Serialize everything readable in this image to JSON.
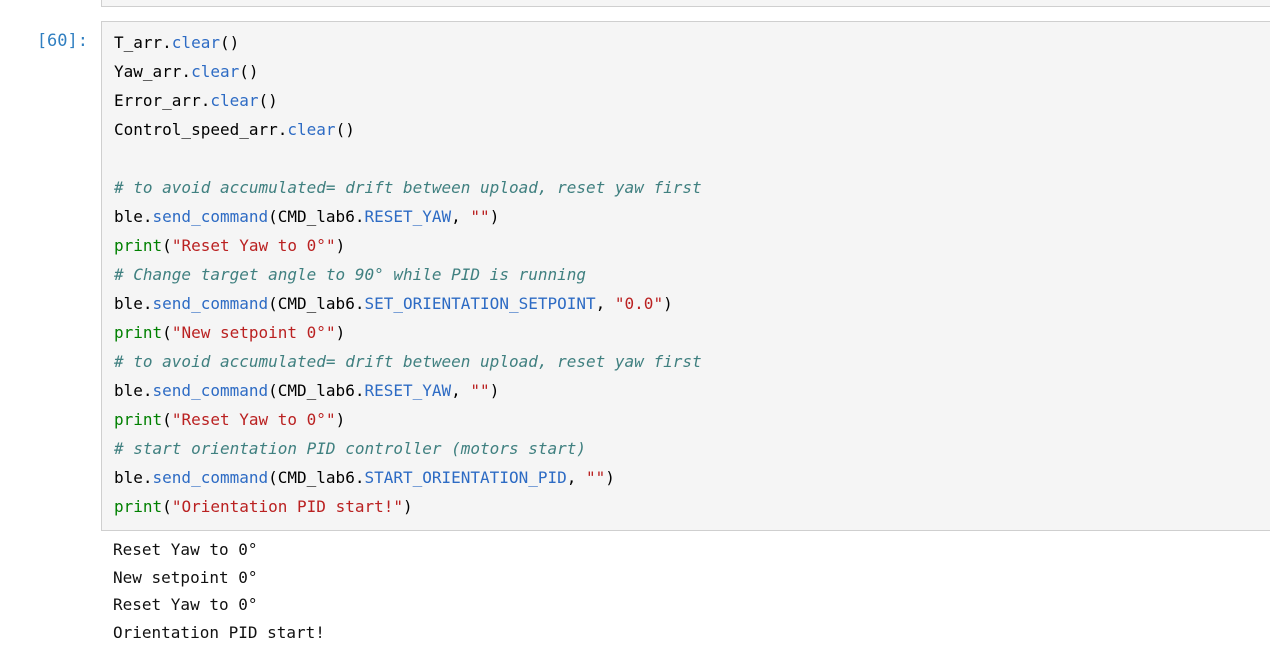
{
  "colors": {
    "cell_bg": "#f5f5f5",
    "border": "#cfcfcf",
    "prompt": "#307fc1",
    "plain": "#000000",
    "property": "#2d6bc4",
    "string": "#ba2121",
    "builtin": "#008000",
    "comment": "#408080",
    "out": "#111111",
    "page_bg": "#ffffff"
  },
  "cell": {
    "prompt": "[60]:",
    "execution_count": 60,
    "language": "python",
    "code_lines": [
      [
        {
          "t": "T_arr.",
          "c": "plain"
        },
        {
          "t": "clear",
          "c": "property"
        },
        {
          "t": "()",
          "c": "plain"
        }
      ],
      [
        {
          "t": "Yaw_arr.",
          "c": "plain"
        },
        {
          "t": "clear",
          "c": "property"
        },
        {
          "t": "()",
          "c": "plain"
        }
      ],
      [
        {
          "t": "Error_arr.",
          "c": "plain"
        },
        {
          "t": "clear",
          "c": "property"
        },
        {
          "t": "()",
          "c": "plain"
        }
      ],
      [
        {
          "t": "Control_speed_arr.",
          "c": "plain"
        },
        {
          "t": "clear",
          "c": "property"
        },
        {
          "t": "()",
          "c": "plain"
        }
      ],
      [],
      [
        {
          "t": "# to avoid accumulated= drift between upload, reset yaw first",
          "c": "comment"
        }
      ],
      [
        {
          "t": "ble.",
          "c": "plain"
        },
        {
          "t": "send_command",
          "c": "property"
        },
        {
          "t": "(CMD_lab6.",
          "c": "plain"
        },
        {
          "t": "RESET_YAW",
          "c": "property"
        },
        {
          "t": ", ",
          "c": "plain"
        },
        {
          "t": "\"\"",
          "c": "string"
        },
        {
          "t": ")",
          "c": "plain"
        }
      ],
      [
        {
          "t": "print",
          "c": "builtin"
        },
        {
          "t": "(",
          "c": "plain"
        },
        {
          "t": "\"Reset Yaw to 0°\"",
          "c": "string"
        },
        {
          "t": ")",
          "c": "plain"
        }
      ],
      [
        {
          "t": "# Change target angle to 90° while PID is running",
          "c": "comment"
        }
      ],
      [
        {
          "t": "ble.",
          "c": "plain"
        },
        {
          "t": "send_command",
          "c": "property"
        },
        {
          "t": "(CMD_lab6.",
          "c": "plain"
        },
        {
          "t": "SET_ORIENTATION_SETPOINT",
          "c": "property"
        },
        {
          "t": ", ",
          "c": "plain"
        },
        {
          "t": "\"0.0\"",
          "c": "string"
        },
        {
          "t": ")",
          "c": "plain"
        }
      ],
      [
        {
          "t": "print",
          "c": "builtin"
        },
        {
          "t": "(",
          "c": "plain"
        },
        {
          "t": "\"New setpoint 0°\"",
          "c": "string"
        },
        {
          "t": ")",
          "c": "plain"
        }
      ],
      [
        {
          "t": "# to avoid accumulated= drift between upload, reset yaw first",
          "c": "comment"
        }
      ],
      [
        {
          "t": "ble.",
          "c": "plain"
        },
        {
          "t": "send_command",
          "c": "property"
        },
        {
          "t": "(CMD_lab6.",
          "c": "plain"
        },
        {
          "t": "RESET_YAW",
          "c": "property"
        },
        {
          "t": ", ",
          "c": "plain"
        },
        {
          "t": "\"\"",
          "c": "string"
        },
        {
          "t": ")",
          "c": "plain"
        }
      ],
      [
        {
          "t": "print",
          "c": "builtin"
        },
        {
          "t": "(",
          "c": "plain"
        },
        {
          "t": "\"Reset Yaw to 0°\"",
          "c": "string"
        },
        {
          "t": ")",
          "c": "plain"
        }
      ],
      [
        {
          "t": "# start orientation PID controller (motors start)",
          "c": "comment"
        }
      ],
      [
        {
          "t": "ble.",
          "c": "plain"
        },
        {
          "t": "send_command",
          "c": "property"
        },
        {
          "t": "(CMD_lab6.",
          "c": "plain"
        },
        {
          "t": "START_ORIENTATION_PID",
          "c": "property"
        },
        {
          "t": ", ",
          "c": "plain"
        },
        {
          "t": "\"\"",
          "c": "string"
        },
        {
          "t": ")",
          "c": "plain"
        }
      ],
      [
        {
          "t": "print",
          "c": "builtin"
        },
        {
          "t": "(",
          "c": "plain"
        },
        {
          "t": "\"Orientation PID start!\"",
          "c": "string"
        },
        {
          "t": ")",
          "c": "plain"
        }
      ]
    ]
  },
  "output": {
    "lines": [
      "Reset Yaw to 0°",
      "New setpoint 0°",
      "Reset Yaw to 0°",
      "Orientation PID start!"
    ]
  }
}
